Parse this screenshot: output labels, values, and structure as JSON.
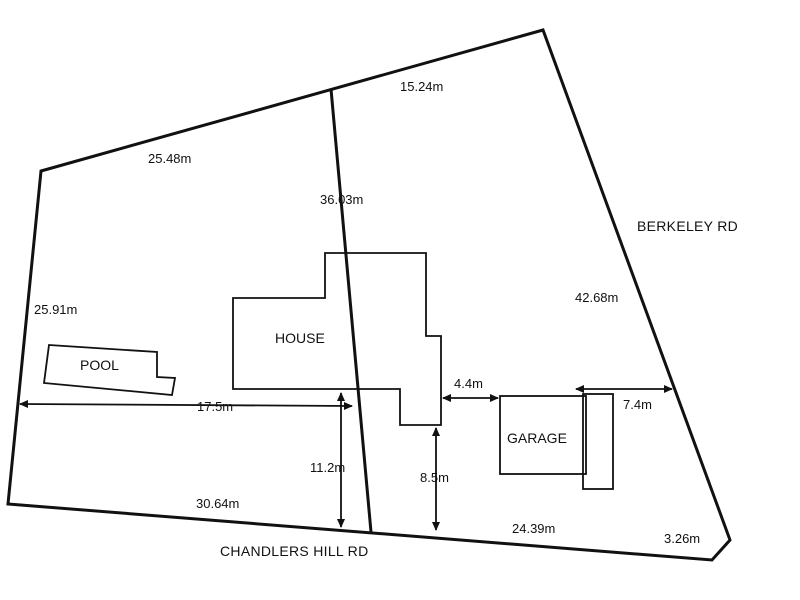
{
  "labels": {
    "boundary_top_right": "15.24m",
    "boundary_top_left": "25.48m",
    "divider": "36.03m",
    "berkeley_side": "42.68m",
    "left_side": "25.91m",
    "bottom_left": "30.64m",
    "bottom_right": "24.39m",
    "corner_cut": "3.26m",
    "dim_pool_to_divider": "17.5m",
    "dim_house_to_road": "11.2m",
    "dim_house_to_garage": "4.4m",
    "dim_house_rear": "8.5m",
    "dim_garage_to_boundary": "7.4m"
  },
  "buildings": {
    "pool": "POOL",
    "house": "HOUSE",
    "garage": "GARAGE"
  },
  "roads": {
    "east": "BERKELEY RD",
    "south": "CHANDLERS HILL RD"
  }
}
